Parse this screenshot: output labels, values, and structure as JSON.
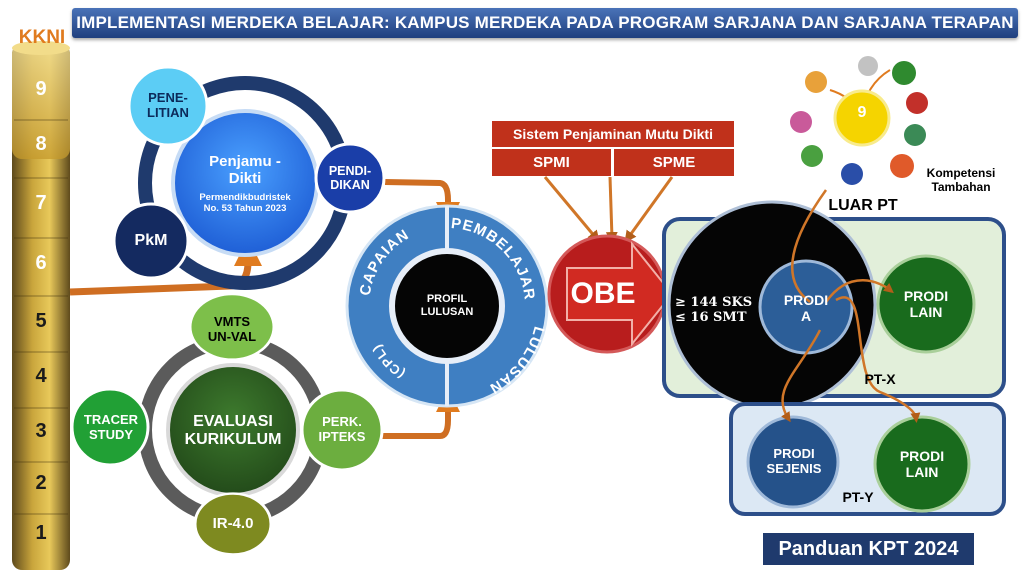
{
  "banner": {
    "title": "IMPLEMENTASI MERDEKA BELAJAR: KAMPUS MERDEKA PADA PROGRAM SARJANA DAN SARJANA TERAPAN"
  },
  "kkni": {
    "label": "KKNI",
    "levels": [
      "9",
      "8",
      "7",
      "6",
      "5",
      "4",
      "3",
      "2",
      "1"
    ]
  },
  "tridharma": {
    "center_title": "Penjamu - Dikti",
    "center_sub": "Permendikbudristek No. 53 Tahun 2023",
    "penelitian": "PENE- LITIAN",
    "pendidikan": "PENDI- DIKAN",
    "pkm": "PkM"
  },
  "evaluasi": {
    "center": "EVALUASI KURIKULUM",
    "vmts": "VMTS UN-VAL",
    "tracer": "TRACER STUDY",
    "perk": "PERK. IPTEKS",
    "ir": "IR-4.0"
  },
  "cpl": {
    "arc_top_left": "CAPAIAN",
    "arc_top_right": "PEMBELAJARAN",
    "arc_right": "LULUSAN",
    "arc_bottom": "(CPL)",
    "center": "PROFIL LULUSAN"
  },
  "spm": {
    "title": "Sistem Penjaminan Mutu Dikti",
    "spmi": "SPMI",
    "spme": "SPME"
  },
  "obe": {
    "label": "OBE"
  },
  "ptx": {
    "sks": "≥ 144 SKS",
    "smt": "≤ 16 SMT",
    "prodi_a": "PRODI A",
    "prodi_lain": "PRODI LAIN",
    "label": "PT-X"
  },
  "pty": {
    "prodi_sejenis": "PRODI SEJENIS",
    "prodi_lain": "PRODI LAIN",
    "label": "PT-Y"
  },
  "luar_pt": {
    "count": "9",
    "kompetensi": "Kompetensi Tambahan",
    "label": "LUAR PT"
  },
  "footer": {
    "text": "Panduan KPT 2024"
  },
  "colors": {
    "banner": "#2e559c",
    "orange": "#e07b1f",
    "green": "#1e7a1e",
    "navy": "#1f3a6d",
    "red": "#c0311b"
  }
}
